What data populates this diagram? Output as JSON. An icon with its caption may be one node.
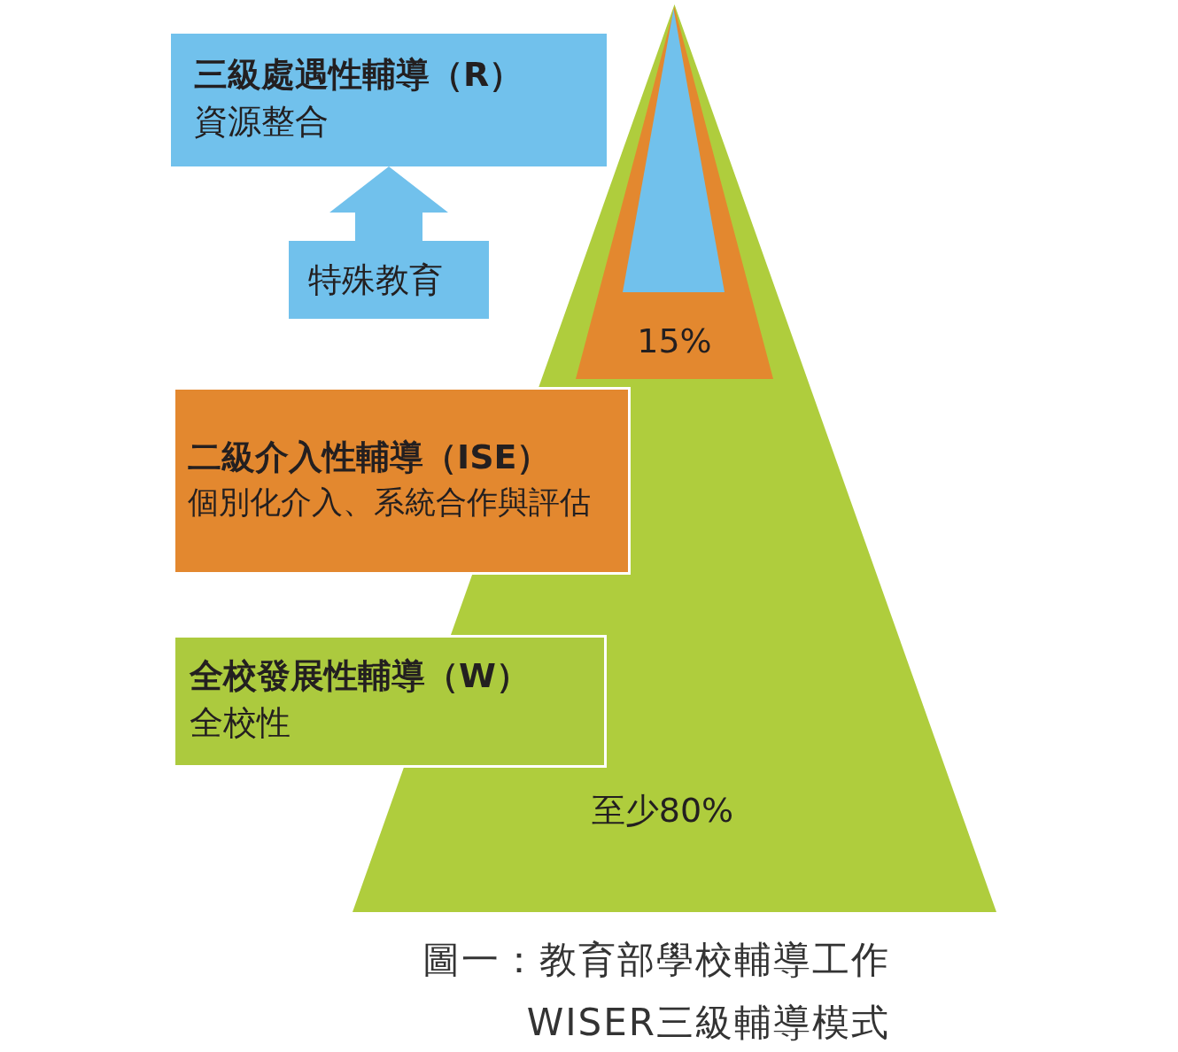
{
  "diagram": {
    "caption": "圖一：教育部學校輔導工作WISER三級輔導模式",
    "nodes": [
      {
        "text": [
          "三級處遇性輔導（R）",
          "資源整合"
        ]
      },
      {
        "text": [
          "特殊教育"
        ]
      },
      {
        "text": [
          "二級介入性輔導（ISE）",
          "個別化介入、系統合作與評估"
        ]
      },
      {
        "text": [
          "全校發展性輔導（W）",
          "全校性"
        ]
      },
      {
        "text": [
          "至少80%"
        ]
      },
      {
        "text": [
          "15%"
        ],
        "in": 4
      },
      {
        "text": [],
        "shape": "triangle",
        "in": 5
      }
    ],
    "edges": [
      {
        "from": 1,
        "to": 0,
        "arrow": "to",
        "style": "thick"
      }
    ]
  }
}
